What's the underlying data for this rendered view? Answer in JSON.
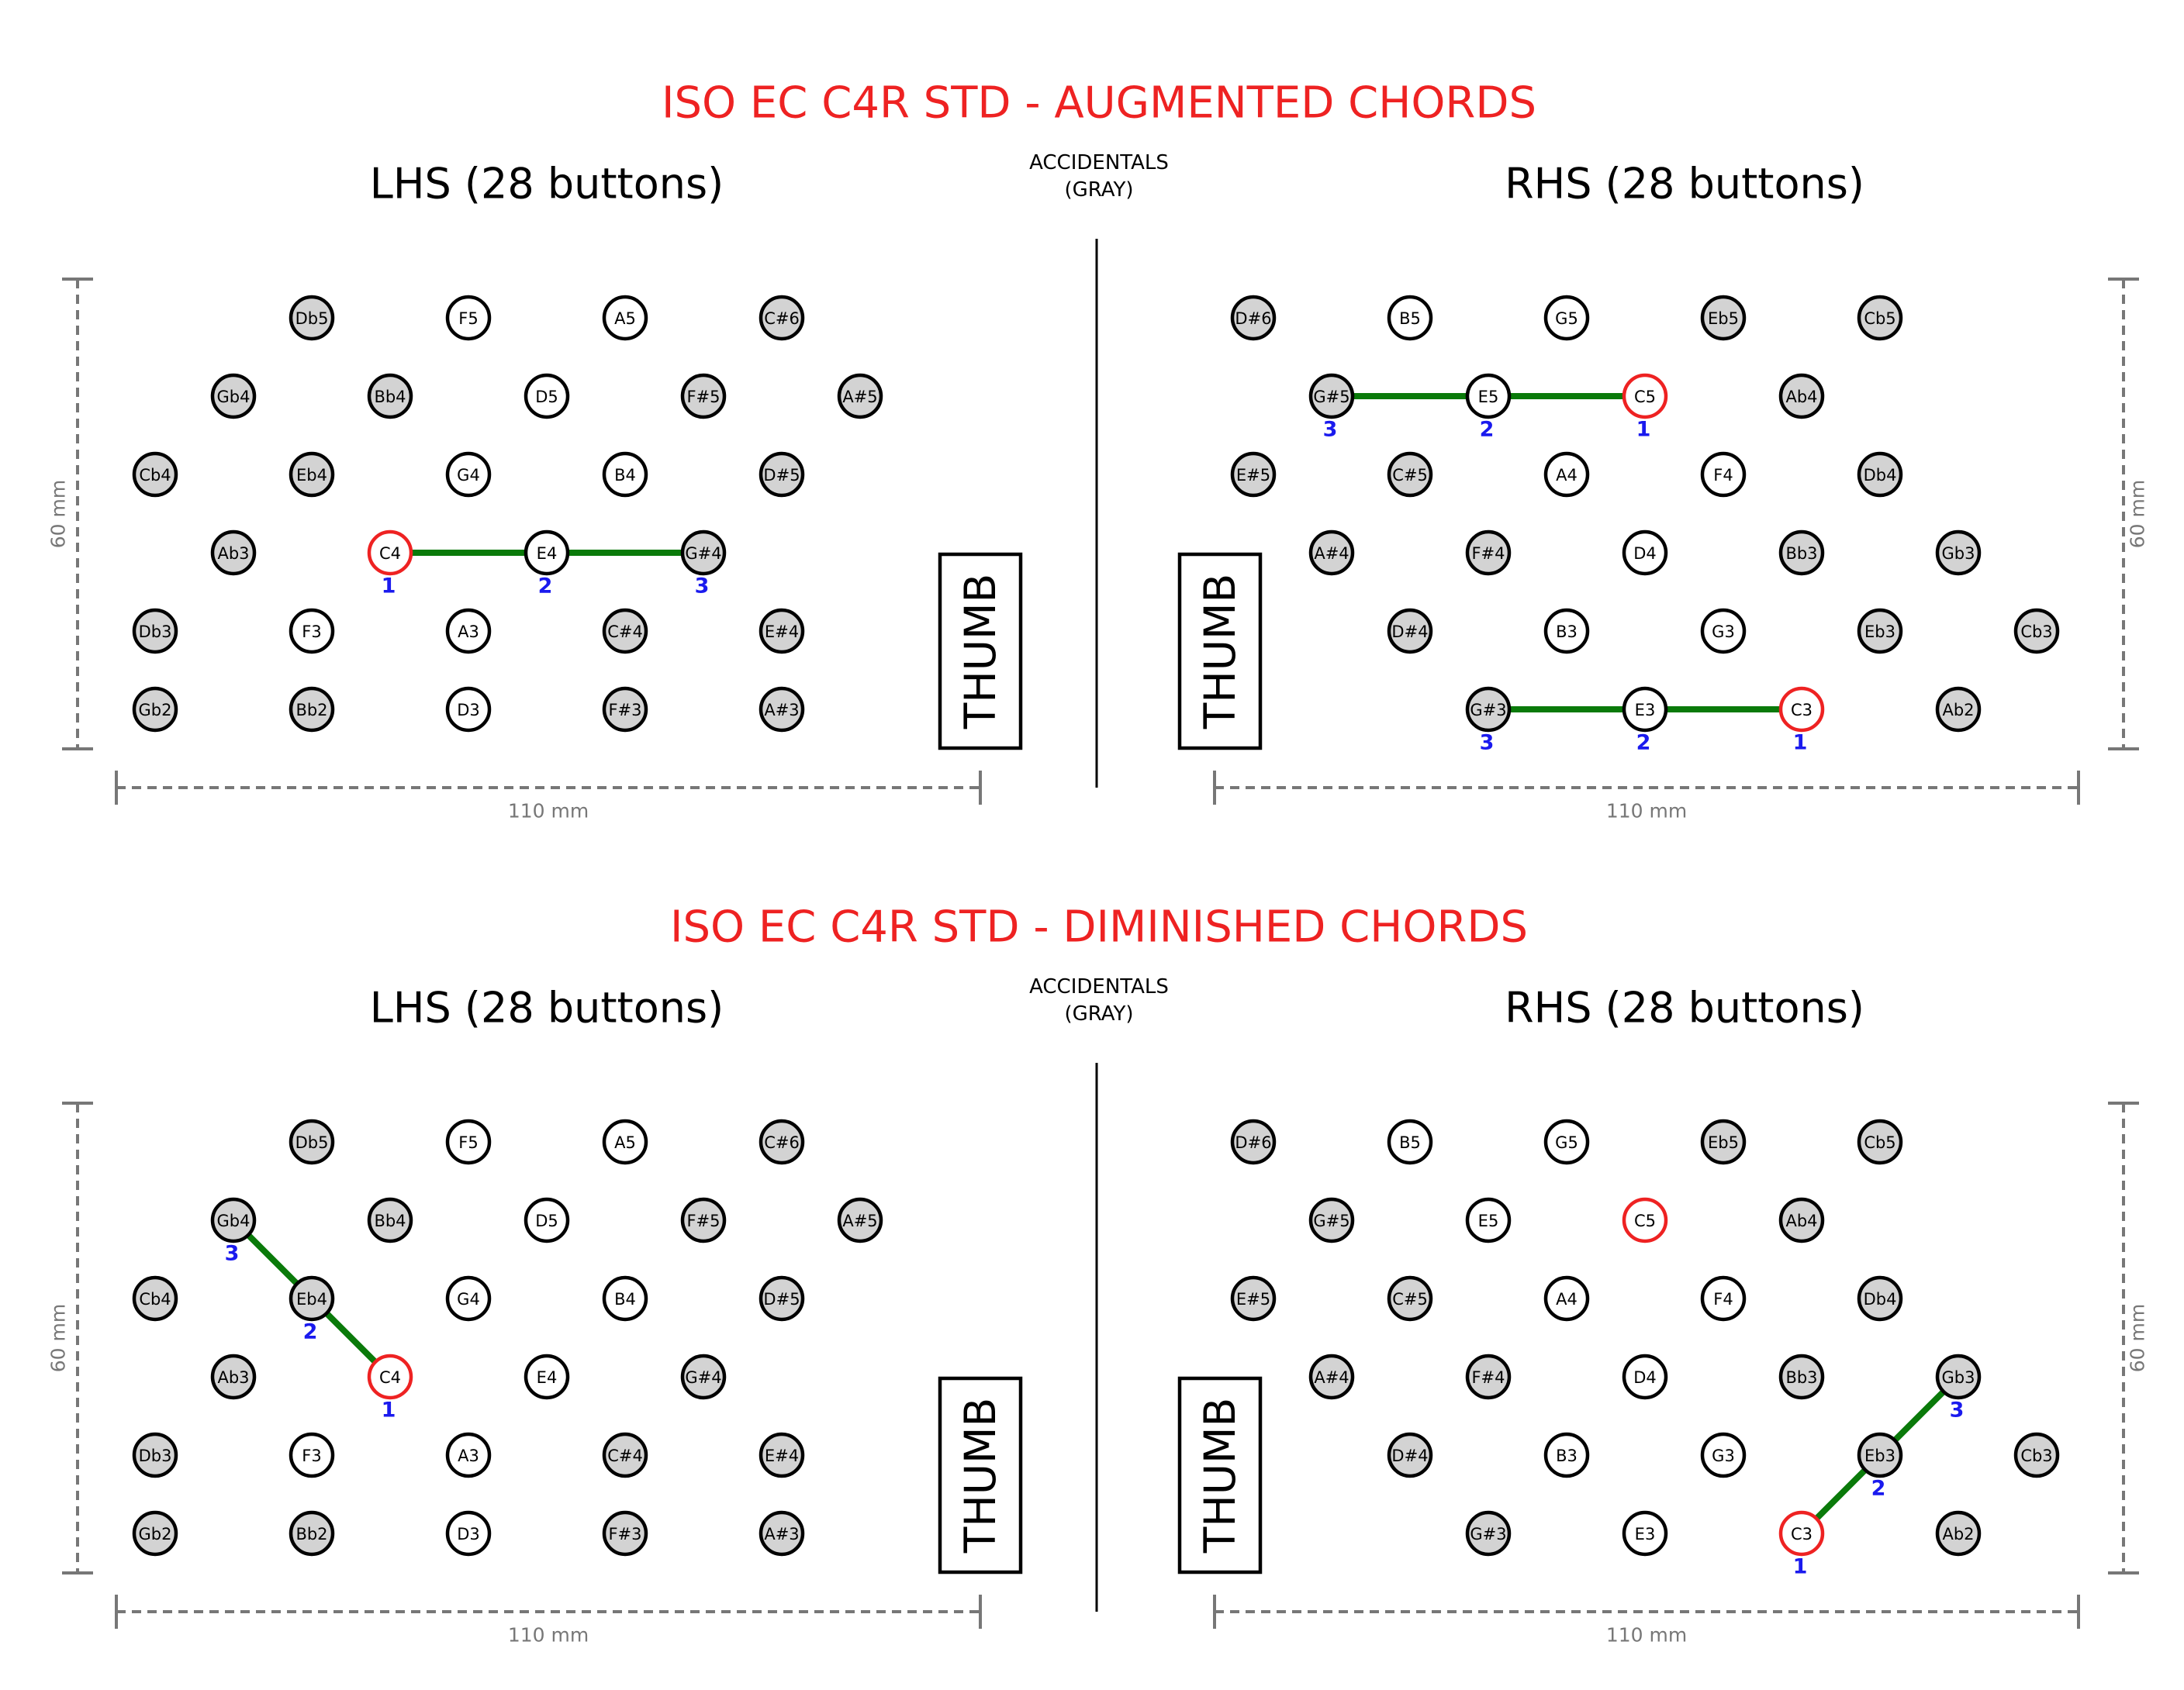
{
  "colors": {
    "title": "#ee2222",
    "accidental_fill": "#d3d3d3",
    "natural_fill": "#ffffff",
    "root_outline": "#ee2222",
    "button_outline": "#000000",
    "chord_line": "#0a7a0a",
    "finger_number": "#1a1aee",
    "dimension": "#777777"
  },
  "shared": {
    "accidentals_label": "ACCIDENTALS",
    "accidentals_sublabel": "(GRAY)",
    "lhs_title": "LHS (28 buttons)",
    "rhs_title": "RHS (28 buttons)",
    "thumb_label": "THUMB",
    "width_label": "110 mm",
    "height_label": "60 mm"
  },
  "lhs_layout": [
    [
      null,
      null,
      "Db5",
      null,
      "F5",
      null,
      "A5",
      null,
      "C#6",
      null,
      null
    ],
    [
      null,
      "Gb4",
      null,
      "Bb4",
      null,
      "D5",
      null,
      "F#5",
      null,
      "A#5",
      null
    ],
    [
      "Cb4",
      null,
      "Eb4",
      null,
      "G4",
      null,
      "B4",
      null,
      "D#5",
      null,
      null
    ],
    [
      null,
      "Ab3",
      null,
      "C4",
      null,
      "E4",
      null,
      "G#4",
      null,
      null,
      null
    ],
    [
      "Db3",
      null,
      "F3",
      null,
      "A3",
      null,
      "C#4",
      null,
      "E#4",
      null,
      null
    ],
    [
      "Gb2",
      "Bb2",
      "D3",
      "F#3",
      "A#3"
    ]
  ],
  "rhs_layout": [
    [
      "D#6",
      "B5",
      "G5",
      "Eb5",
      "Cb5"
    ],
    [
      "G#5",
      "E5",
      "C5",
      "Ab4"
    ],
    [
      "E#5",
      "C#5",
      "A4",
      "F4",
      "Db4"
    ],
    [
      "A#4",
      "F#4",
      "D4",
      "Bb3",
      "Gb3"
    ],
    [
      "D#4",
      "B3",
      "G3",
      "Eb3",
      "Cb3"
    ],
    [
      "G#3",
      "E3",
      "C3",
      "Ab2"
    ]
  ],
  "diagrams": [
    {
      "title": "ISO EC C4R STD - AUGMENTED CHORDS",
      "lhs_chords": [
        {
          "notes": [
            "C4",
            "E4",
            "G#4"
          ],
          "fingers": [
            "1",
            "2",
            "3"
          ]
        }
      ],
      "rhs_chords": [
        {
          "notes": [
            "C5",
            "E5",
            "G#5"
          ],
          "fingers": [
            "1",
            "2",
            "3"
          ]
        },
        {
          "notes": [
            "C3",
            "E3",
            "G#3"
          ],
          "fingers": [
            "1",
            "2",
            "3"
          ]
        }
      ],
      "lhs_roots": [
        "C4"
      ],
      "rhs_roots": [
        "C5",
        "C3"
      ]
    },
    {
      "title": "ISO EC C4R STD - DIMINISHED CHORDS",
      "lhs_chords": [
        {
          "notes": [
            "C4",
            "Eb4",
            "Gb4"
          ],
          "fingers": [
            "1",
            "2",
            "3"
          ]
        }
      ],
      "rhs_chords": [
        {
          "notes": [
            "C3",
            "Eb3",
            "Gb3"
          ],
          "fingers": [
            "1",
            "2",
            "3"
          ]
        }
      ],
      "lhs_roots": [
        "C4"
      ],
      "rhs_roots": [
        "C5",
        "C3"
      ]
    }
  ]
}
